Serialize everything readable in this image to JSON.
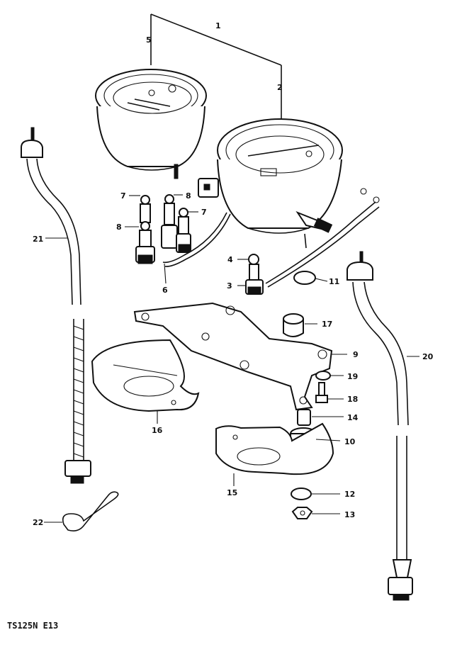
{
  "diagram": {
    "footer_code": "TS125N E13",
    "callouts": [
      {
        "id": "c1",
        "text": "1"
      },
      {
        "id": "c2",
        "text": "2"
      },
      {
        "id": "c3",
        "text": "3"
      },
      {
        "id": "c4",
        "text": "4"
      },
      {
        "id": "c5",
        "text": "5"
      },
      {
        "id": "c6",
        "text": "6"
      },
      {
        "id": "c7a",
        "text": "7"
      },
      {
        "id": "c7b",
        "text": "7"
      },
      {
        "id": "c8a",
        "text": "8"
      },
      {
        "id": "c8b",
        "text": "8"
      },
      {
        "id": "c9",
        "text": "9"
      },
      {
        "id": "c10",
        "text": "10"
      },
      {
        "id": "c11",
        "text": "11"
      },
      {
        "id": "c12",
        "text": "12"
      },
      {
        "id": "c13",
        "text": "13"
      },
      {
        "id": "c14",
        "text": "14"
      },
      {
        "id": "c15",
        "text": "15"
      },
      {
        "id": "c16",
        "text": "16"
      },
      {
        "id": "c17",
        "text": "17"
      },
      {
        "id": "c18",
        "text": "18"
      },
      {
        "id": "c19",
        "text": "19"
      },
      {
        "id": "c20",
        "text": "20"
      },
      {
        "id": "c21",
        "text": "21"
      },
      {
        "id": "c22",
        "text": "22"
      }
    ]
  }
}
